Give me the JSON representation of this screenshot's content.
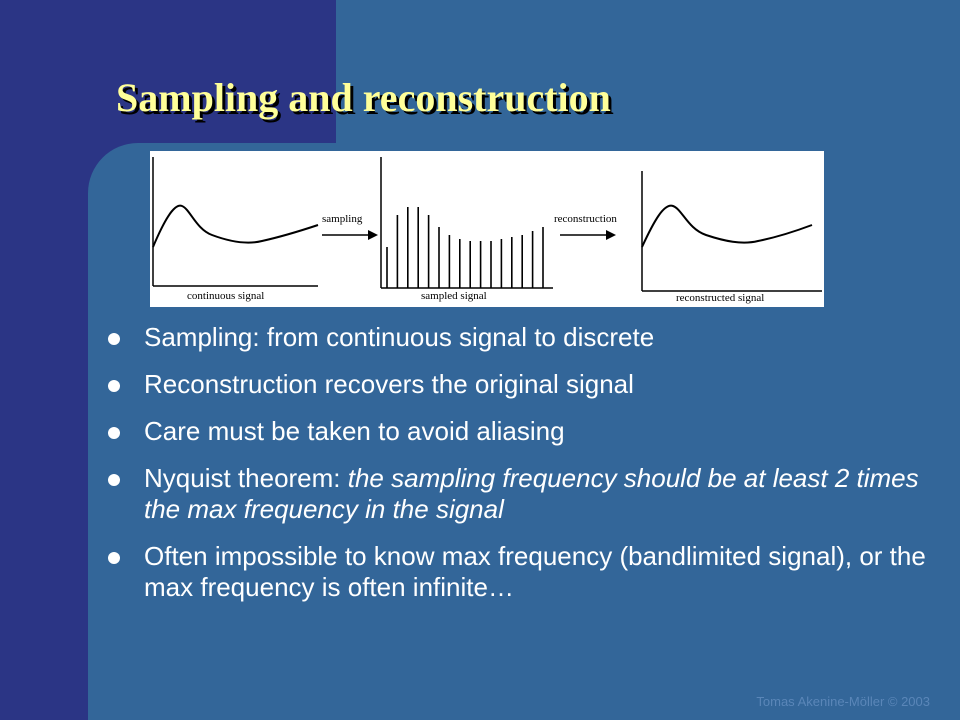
{
  "slide": {
    "title": "Sampling and reconstruction",
    "figure": {
      "arrow_sampling": "sampling",
      "arrow_reconstruction": "reconstruction",
      "caption_continuous": "continuous signal",
      "caption_sampled": "sampled signal",
      "caption_reconstructed": "reconstructed signal"
    },
    "bullets": [
      {
        "text": "Sampling: from continuous signal to discrete",
        "emphasis": ""
      },
      {
        "text": "Reconstruction recovers the original signal",
        "emphasis": ""
      },
      {
        "text": "Care must be taken to avoid aliasing",
        "emphasis": ""
      },
      {
        "text": "Nyquist theorem: ",
        "emphasis": "the sampling frequency should be at least 2 times the max frequency in the signal"
      },
      {
        "text": "Often impossible to know max frequency (bandlimited signal), or the max frequency is often infinite…",
        "emphasis": ""
      }
    ],
    "footer": "Tomas Akenine-Möller © 2003",
    "colors": {
      "background": "#336699",
      "left_band": "#2b3585",
      "title": "#ffff99",
      "text": "#ffffff"
    }
  }
}
